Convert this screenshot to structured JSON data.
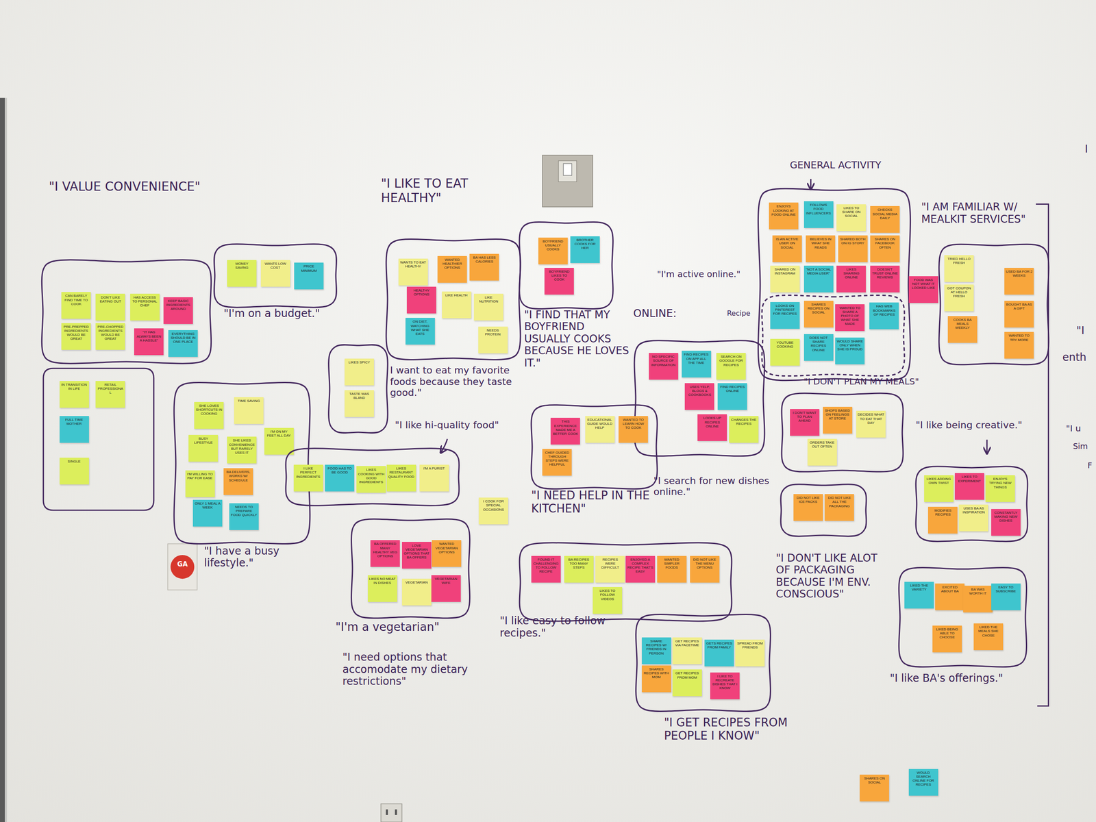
{
  "diagram": {
    "nodes": [
      {
        "text": [
          "\"I VALUE CONVENIENCE\""
        ]
      },
      {
        "text": [
          "CAN BARELY FIND TIME TO COOK"
        ],
        "in": 0
      },
      {
        "text": [
          "DON'T LIKE EATING OUT"
        ],
        "in": 0
      },
      {
        "text": [
          "HAS ACCESS TO PERSONAL CHEF"
        ],
        "in": 0
      },
      {
        "text": [
          "KEEP BASIC INGREDIENTS AROUND"
        ],
        "in": 0
      },
      {
        "text": [
          "PRE-PREPPED INGREDIENTS WOULD BE GREAT"
        ],
        "in": 0
      },
      {
        "text": [
          "PRE-CHOPPED INGREDIENTS WOULD BE GREAT"
        ],
        "in": 0
      },
      {
        "text": [
          "\"IT HAS ALWAYS BEEN A HASSLE\""
        ],
        "in": 0
      },
      {
        "text": [
          "EVERYTHING SHOULD BE IN ONE PLACE"
        ],
        "in": 0
      },
      {
        "text": [
          "IN TRANSITION IN LIFE"
        ]
      },
      {
        "text": [
          "RETAIL PROFESSIONAL"
        ]
      },
      {
        "text": [
          "FULL TIME MOTHER"
        ]
      },
      {
        "text": [
          "SINGLE"
        ]
      },
      {
        "text": [
          "\"I'm on a budget.\""
        ]
      },
      {
        "text": [
          "MONEY SAVING"
        ],
        "in": 13
      },
      {
        "text": [
          "WANTS LOW COST"
        ],
        "in": 13
      },
      {
        "text": [
          "PRICE MINIMUM"
        ],
        "in": 13
      },
      {
        "text": [
          "\"I have a busy lifestyle.\""
        ]
      },
      {
        "text": [
          "SHE LOVES SHORTCUTS IN COOKING"
        ],
        "in": 17
      },
      {
        "text": [
          "TIME SAVING"
        ],
        "in": 17
      },
      {
        "text": [
          "BUSY LIFESTYLE"
        ],
        "in": 17
      },
      {
        "text": [
          "SHE LIKES CONVENIENCE BUT RARELY USES IT"
        ],
        "in": 17
      },
      {
        "text": [
          "I'M ON MY FEET ALL DAY"
        ],
        "in": 17
      },
      {
        "text": [
          "I'M WILLING TO PAY FOR EASE"
        ],
        "in": 17
      },
      {
        "text": [
          "BA DELIVERS, WORKS W/ SCHEDULE"
        ],
        "in": 17
      },
      {
        "text": [
          "ONLY 1 MEAL A WEEK"
        ],
        "in": 17
      },
      {
        "text": [
          "NEEDS TO PREPARE FOOD QUICKLY"
        ],
        "in": 17
      },
      {
        "text": [
          "\"I LIKE TO EAT HEALTHY\""
        ]
      },
      {
        "text": [
          "WANTS TO EAT HEALTHY"
        ],
        "in": 27
      },
      {
        "text": [
          "WANTED HEALTHIER OPTIONS"
        ],
        "in": 27
      },
      {
        "text": [
          "BA HAS LESS CALORIES"
        ],
        "in": 27
      },
      {
        "text": [
          "HEALTHY OPTIONS"
        ],
        "in": 27
      },
      {
        "text": [
          "LIKE HEALTH"
        ],
        "in": 27
      },
      {
        "text": [
          "LIKE NUTRITION"
        ],
        "in": 27
      },
      {
        "text": [
          "ON DIET, WATCHING WHAT SHE EATS"
        ],
        "in": 27
      },
      {
        "text": [
          "NEEDS PROTEIN"
        ],
        "in": 27
      },
      {
        "text": [
          "I want to eat my favorite foods because they taste good.\""
        ]
      },
      {
        "text": [
          "LIKES SPICY"
        ],
        "in": 36
      },
      {
        "text": [
          "TASTE WAS BLAND"
        ],
        "in": 36
      },
      {
        "text": [
          "\"I like hi-quality food\""
        ]
      },
      {
        "text": [
          "I LIKE PERFECT INGREDIENTS"
        ],
        "in": 39
      },
      {
        "text": [
          "FOOD HAS TO BE GOOD"
        ],
        "in": 39
      },
      {
        "text": [
          "LIKES COOKING WITH GOOD INGREDIENTS"
        ],
        "in": 39
      },
      {
        "text": [
          "LIKES RESTAURANT QUALITY FOOD"
        ],
        "in": 39
      },
      {
        "text": [
          "I'M A PURIST"
        ],
        "in": 39
      },
      {
        "text": [
          "I COOK FOR SPECIAL OCCASIONS"
        ]
      },
      {
        "text": [
          "\"I'm a vegetarian\"",
          "\"I need options that accomodate my dietary restrictions\""
        ]
      },
      {
        "text": [
          "BA OFFERED MANY HEALTHY VEG OPTIONS"
        ],
        "in": 46
      },
      {
        "text": [
          "LOVE VEGETARIAN OPTIONS THAT BA OFFERS"
        ],
        "in": 46
      },
      {
        "text": [
          "WANTED VEGETARIAN OPTIONS"
        ],
        "in": 46
      },
      {
        "text": [
          "LIKES NO MEAT IN DISHES"
        ],
        "in": 46
      },
      {
        "text": [
          "VEGETARIAN"
        ],
        "in": 46
      },
      {
        "text": [
          "VEGETARIAN WIFE"
        ],
        "in": 46
      },
      {
        "text": [
          "\"I FIND THAT MY BOYFRIEND USUALLY COOKS BECAUSE HE LOVES IT.\""
        ]
      },
      {
        "text": [
          "BOYFRIEND USUALLY COOKS"
        ],
        "in": 53
      },
      {
        "text": [
          "BROTHER COOKS FOR HER"
        ],
        "in": 53
      },
      {
        "text": [
          "BOYFRIEND LIKES TO COOK"
        ],
        "in": 53
      },
      {
        "text": [
          "\"I search for new dishes online.\""
        ]
      },
      {
        "text": [
          "NO SPECIFIC SOURCE OF INFORMATION"
        ],
        "in": 57
      },
      {
        "text": [
          "FIND RECIPES ON APP ALL THE TIME"
        ],
        "in": 57
      },
      {
        "text": [
          "SEARCH ON GOOGLE FOR RECIPES"
        ],
        "in": 57
      },
      {
        "text": [
          "USES YELP, BLOGS & COOKBOOKS"
        ],
        "in": 57
      },
      {
        "text": [
          "FIND RECIPES ONLINE"
        ],
        "in": 57
      },
      {
        "text": [
          "LOOKS UP RECIPES ONLINE"
        ],
        "in": 57
      },
      {
        "text": [
          "CHANGES THE RECIPES"
        ],
        "in": 57
      },
      {
        "text": [
          "\"I NEED HELP IN THE KITCHEN\""
        ]
      },
      {
        "text": [
          "THIS EXPERIENCE MADE ME A BETTER COOK"
        ],
        "in": 65
      },
      {
        "text": [
          "EDUCATIONAL GUIDE WOULD HELP"
        ],
        "in": 65
      },
      {
        "text": [
          "WANTED TO LEARN HOW TO COOK"
        ],
        "in": 65
      },
      {
        "text": [
          "CHEF GUIDED THROUGH STEPS WERE HELPFUL"
        ],
        "in": 65
      },
      {
        "text": [
          "\"I like easy to follow recipes.\""
        ]
      },
      {
        "text": [
          "FOUND IT CHALLENGING TO FOLLOW RECIPE"
        ],
        "in": 70
      },
      {
        "text": [
          "BA RECIPES TOO MANY STEPS"
        ],
        "in": 70
      },
      {
        "text": [
          "RECIPES WERE DIFFICULT"
        ],
        "in": 70
      },
      {
        "text": [
          "ENJOYED A COMPLEX RECIPE THAT'S EASY"
        ],
        "in": 70
      },
      {
        "text": [
          "WANTED SIMPLER FOODS"
        ],
        "in": 70
      },
      {
        "text": [
          "DID NOT LIKE THE MENU OPTIONS"
        ],
        "in": 70
      },
      {
        "text": [
          "LIKES TO FOLLOW VIDEOS"
        ],
        "in": 70
      },
      {
        "text": [
          "\"I GET RECIPES FROM PEOPLE I KNOW\""
        ]
      },
      {
        "text": [
          "SHARE RECIPES W/ FRIENDS IN PERSON"
        ],
        "in": 78
      },
      {
        "text": [
          "GET RECIPES VIA FACETIME"
        ],
        "in": 78
      },
      {
        "text": [
          "GETS RECIPES FROM FAMILY"
        ],
        "in": 78
      },
      {
        "text": [
          "SPREAD FROM FRIENDS"
        ],
        "in": 78
      },
      {
        "text": [
          "SHARES RECIPES WITH MOM"
        ],
        "in": 78
      },
      {
        "text": [
          "GET RECIPES FROM MOM"
        ],
        "in": 78
      },
      {
        "text": [
          "I LIKE TO RECREATE DISHES THAT I KNOW"
        ],
        "in": 78
      },
      {
        "text": [
          "GENERAL ACTIVITY",
          "\"I'm active online.\""
        ]
      },
      {
        "text": [
          "ENJOYS LOOKING AT FOOD ONLINE"
        ],
        "in": 86
      },
      {
        "text": [
          "FOLLOWS FOOD INFLUENCERS"
        ],
        "in": 86
      },
      {
        "text": [
          "LIKES TO SHARE ON SOCIAL"
        ],
        "in": 86
      },
      {
        "text": [
          "CHECKS SOCIAL MEDIA DAILY"
        ],
        "in": 86
      },
      {
        "text": [
          "IS AN ACTIVE USER ON SOCIAL"
        ],
        "in": 86
      },
      {
        "text": [
          "BELIEVES IN WHAT SHE READS"
        ],
        "in": 86
      },
      {
        "text": [
          "SHARED BOTH ON IG STORY"
        ],
        "in": 86
      },
      {
        "text": [
          "SHARES ON FACEBOOK OFTEN"
        ],
        "in": 86
      },
      {
        "text": [
          "SHARED ON INSTAGRAM"
        ],
        "in": 86
      },
      {
        "text": [
          "\"NOT A SOCIAL MEDIA USER\""
        ],
        "in": 86
      },
      {
        "text": [
          "LIKES SHARING ONLINE"
        ],
        "in": 86
      },
      {
        "text": [
          "DOESN'T TRUST ONLINE REVIEWS"
        ],
        "in": 86
      },
      {
        "text": [
          "Recipe"
        ],
        "in": 86
      },
      {
        "text": [
          "LOOKS ON PINTEREST FOR RECIPES"
        ],
        "in": 99
      },
      {
        "text": [
          "SHARES RECIPES ON SOCIAL"
        ],
        "in": 99
      },
      {
        "text": [
          "WANTED TO SHARE A PHOTO OF WHAT SHE MADE"
        ],
        "in": 99
      },
      {
        "text": [
          "HAS WEB BOOKMARKS OF RECIPES"
        ],
        "in": 99
      },
      {
        "text": [
          "YOUTUBE COOKING"
        ],
        "in": 99
      },
      {
        "text": [
          "DOES NOT SHARE RECIPES ONLINE"
        ],
        "in": 99
      },
      {
        "text": [
          "WOULD SHARE ONLY WHEN SHE IS PROUD"
        ],
        "in": 99
      },
      {
        "text": [
          "FOOD WAS NOT WHAT IT LOOKED LIKE"
        ]
      },
      {
        "text": [
          "\"I AM FAMILIAR W/ MEALKIT SERVICES\""
        ]
      },
      {
        "text": [
          "TRIED HELLO FRESH"
        ],
        "in": 108
      },
      {
        "text": [
          "GOT COUPON AT HELLO FRESH"
        ],
        "in": 108
      },
      {
        "text": [
          "COOKS BA MEALS WEEKLY"
        ],
        "in": 108
      },
      {
        "text": [
          "USED BA FOR 2 WEEKS"
        ],
        "in": 108
      },
      {
        "text": [
          "BOUGHT BA AS A GIFT"
        ],
        "in": 108
      },
      {
        "text": [
          "WANTED TO TRY MORE"
        ],
        "in": 108
      },
      {
        "text": [
          "\"I DON'T PLAN MY MEALS\""
        ]
      },
      {
        "text": [
          "I DON'T WANT TO PLAN AHEAD"
        ],
        "in": 115
      },
      {
        "text": [
          "SHOPS BASED ON FEELINGS AT STORE"
        ],
        "in": 115
      },
      {
        "text": [
          "DECIDES WHAT TO EAT THAT DAY"
        ],
        "in": 115
      },
      {
        "text": [
          "ORDERS TAKE OUT OFTEN"
        ],
        "in": 115
      },
      {
        "text": [
          "\"I DON'T LIKE ALOT OF PACKAGING BECAUSE I'M ENV. CONSCIOUS\""
        ]
      },
      {
        "text": [
          "DID NOT LIKE ICE PACKS"
        ],
        "in": 120
      },
      {
        "text": [
          "DID NOT LIKE ALL THE PACKAGING"
        ],
        "in": 120
      },
      {
        "text": [
          "\"I like being creative.\""
        ]
      },
      {
        "text": [
          "LIKES ADDING OWN TWIST"
        ],
        "in": 123
      },
      {
        "text": [
          "LIKES TO EXPERIMENT"
        ],
        "in": 123
      },
      {
        "text": [
          "ENJOYS TRYING NEW THINGS"
        ],
        "in": 123
      },
      {
        "text": [
          "MODIFIES RECIPES"
        ],
        "in": 123
      },
      {
        "text": [
          "USES BA AS INSPIRATION"
        ],
        "in": 123
      },
      {
        "text": [
          "CONSTANTLY MAKING NEW DISHES"
        ],
        "in": 123
      },
      {
        "text": [
          "\"I like BA's offerings.\""
        ]
      },
      {
        "text": [
          "LIKED THE VARIETY"
        ],
        "in": 130
      },
      {
        "text": [
          "EXCITED ABOUT BA"
        ],
        "in": 130
      },
      {
        "text": [
          "BA WAS WORTH IT"
        ],
        "in": 130
      },
      {
        "text": [
          "EASY TO SUBSCRIBE"
        ],
        "in": 130
      },
      {
        "text": [
          "LIKED BEING ABLE TO CHOOSE"
        ],
        "in": 130
      },
      {
        "text": [
          "LIKED THE MEALS SHE CHOSE"
        ],
        "in": 130
      },
      {
        "text": [
          "SHARES ON SOCIAL"
        ]
      },
      {
        "text": [
          "WOULD SEARCH ONLINE FOR RECIPES"
        ]
      }
    ],
    "labels": [
      "ONLINE:",
      "GA",
      "I",
      "\"I",
      "enth",
      "\"I u",
      "Sim",
      "F"
    ]
  }
}
